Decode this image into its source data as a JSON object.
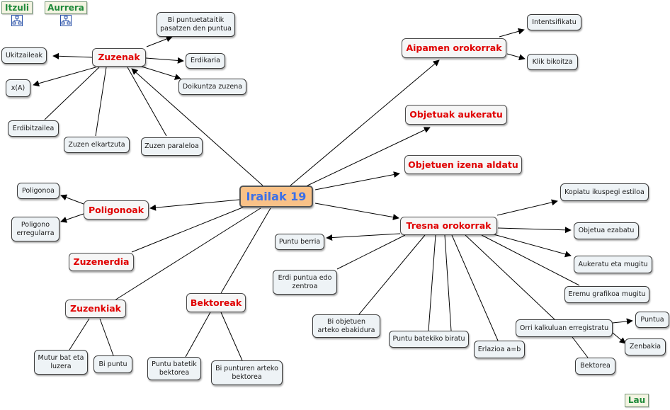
{
  "nav": {
    "back_label": "Itzuli",
    "forward_label": "Aurrera",
    "lau_label": "Lau"
  },
  "diagram": {
    "center": "Irailak 19",
    "topics": {
      "zuzenak": "Zuzenak",
      "poligonoak": "Poligonoak",
      "zuzenerdia": "Zuzenerdia",
      "zuzenkiak": "Zuzenkiak",
      "bektoreak": "Bektoreak",
      "aipamen": "Aipamen orokorrak",
      "aukeratu": "Objetuak aukeratu",
      "izena": "Objetuen izena aldatu",
      "tresna": "Tresna orokorrak"
    },
    "zuzenak_children": {
      "bi_puntu": "Bi puntuetataitik pasatzen den puntua",
      "ukitzaileak": "Ukitzaileak",
      "erdikaria": "Erdikaria",
      "xa": "x(A)",
      "doikuntza": "Doikuntza zuzena",
      "erdibitzailea": "Erdibitzailea",
      "elkartzuta": "Zuzen elkartzuta",
      "paraleloa": "Zuzen paraleloa"
    },
    "poligonoak_children": {
      "poligonoa": "Poligonoa",
      "erregularra": "Poligono erregularra"
    },
    "zuzenkiak_children": {
      "mutur": "Mutur bat eta luzera",
      "bi_puntu": "Bi puntu"
    },
    "bektoreak_children": {
      "puntu_batetik": "Puntu batetik bektorea",
      "bi_punturen": "Bi punturen arteko bektorea"
    },
    "aipamen_children": {
      "intentsifikatu": "Intentsifikatu",
      "klik": "Klik bikoitza"
    },
    "tresna_children": {
      "kopiatu": "Kopiatu ikuspegi estiloa",
      "ezabatu": "Objetua ezabatu",
      "aukeratu_mugitu": "Aukeratu eta mugitu",
      "eremu": "Eremu grafikoa mugitu",
      "puntu_berria": "Puntu berria",
      "erdi_puntua": "Erdi puntua edo zentroa",
      "ebakidura": "Bi objetuen arteko ebakidura",
      "biratu": "Puntu batekiko biratu",
      "erlazioa": "Erlazioa a=b",
      "orri": "Orri kalkuluan erregistratu"
    },
    "orri_children": {
      "puntua": "Puntua",
      "zenbakia": "Zenbakia",
      "bektorea": "Bektorea"
    }
  }
}
